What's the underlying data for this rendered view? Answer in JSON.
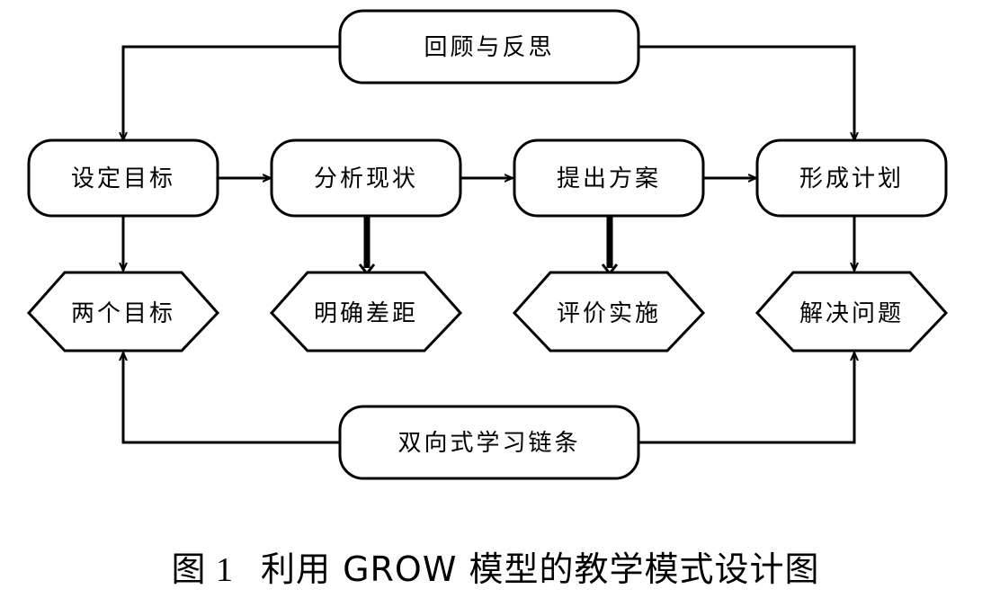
{
  "diagram": {
    "review_box": "回顾与反思",
    "steps": [
      "设定目标",
      "分析现状",
      "提出方案",
      "形成计划"
    ],
    "outcomes": [
      "两个目标",
      "明确差距",
      "评价实施",
      "解决问题"
    ],
    "chain_box": "双向式学习链条"
  },
  "caption": {
    "figure_label": "图 1",
    "title": "利用 GROW 模型的教学模式设计图"
  }
}
